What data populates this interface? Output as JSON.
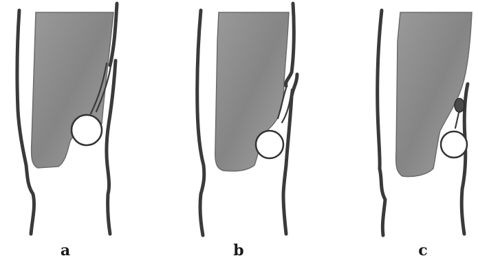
{
  "labels": {
    "a": "a",
    "b": "b",
    "c": "c"
  },
  "colors": {
    "shading": "#8f8f8f",
    "outline": "#3a3a3a",
    "background": "#ffffff"
  }
}
